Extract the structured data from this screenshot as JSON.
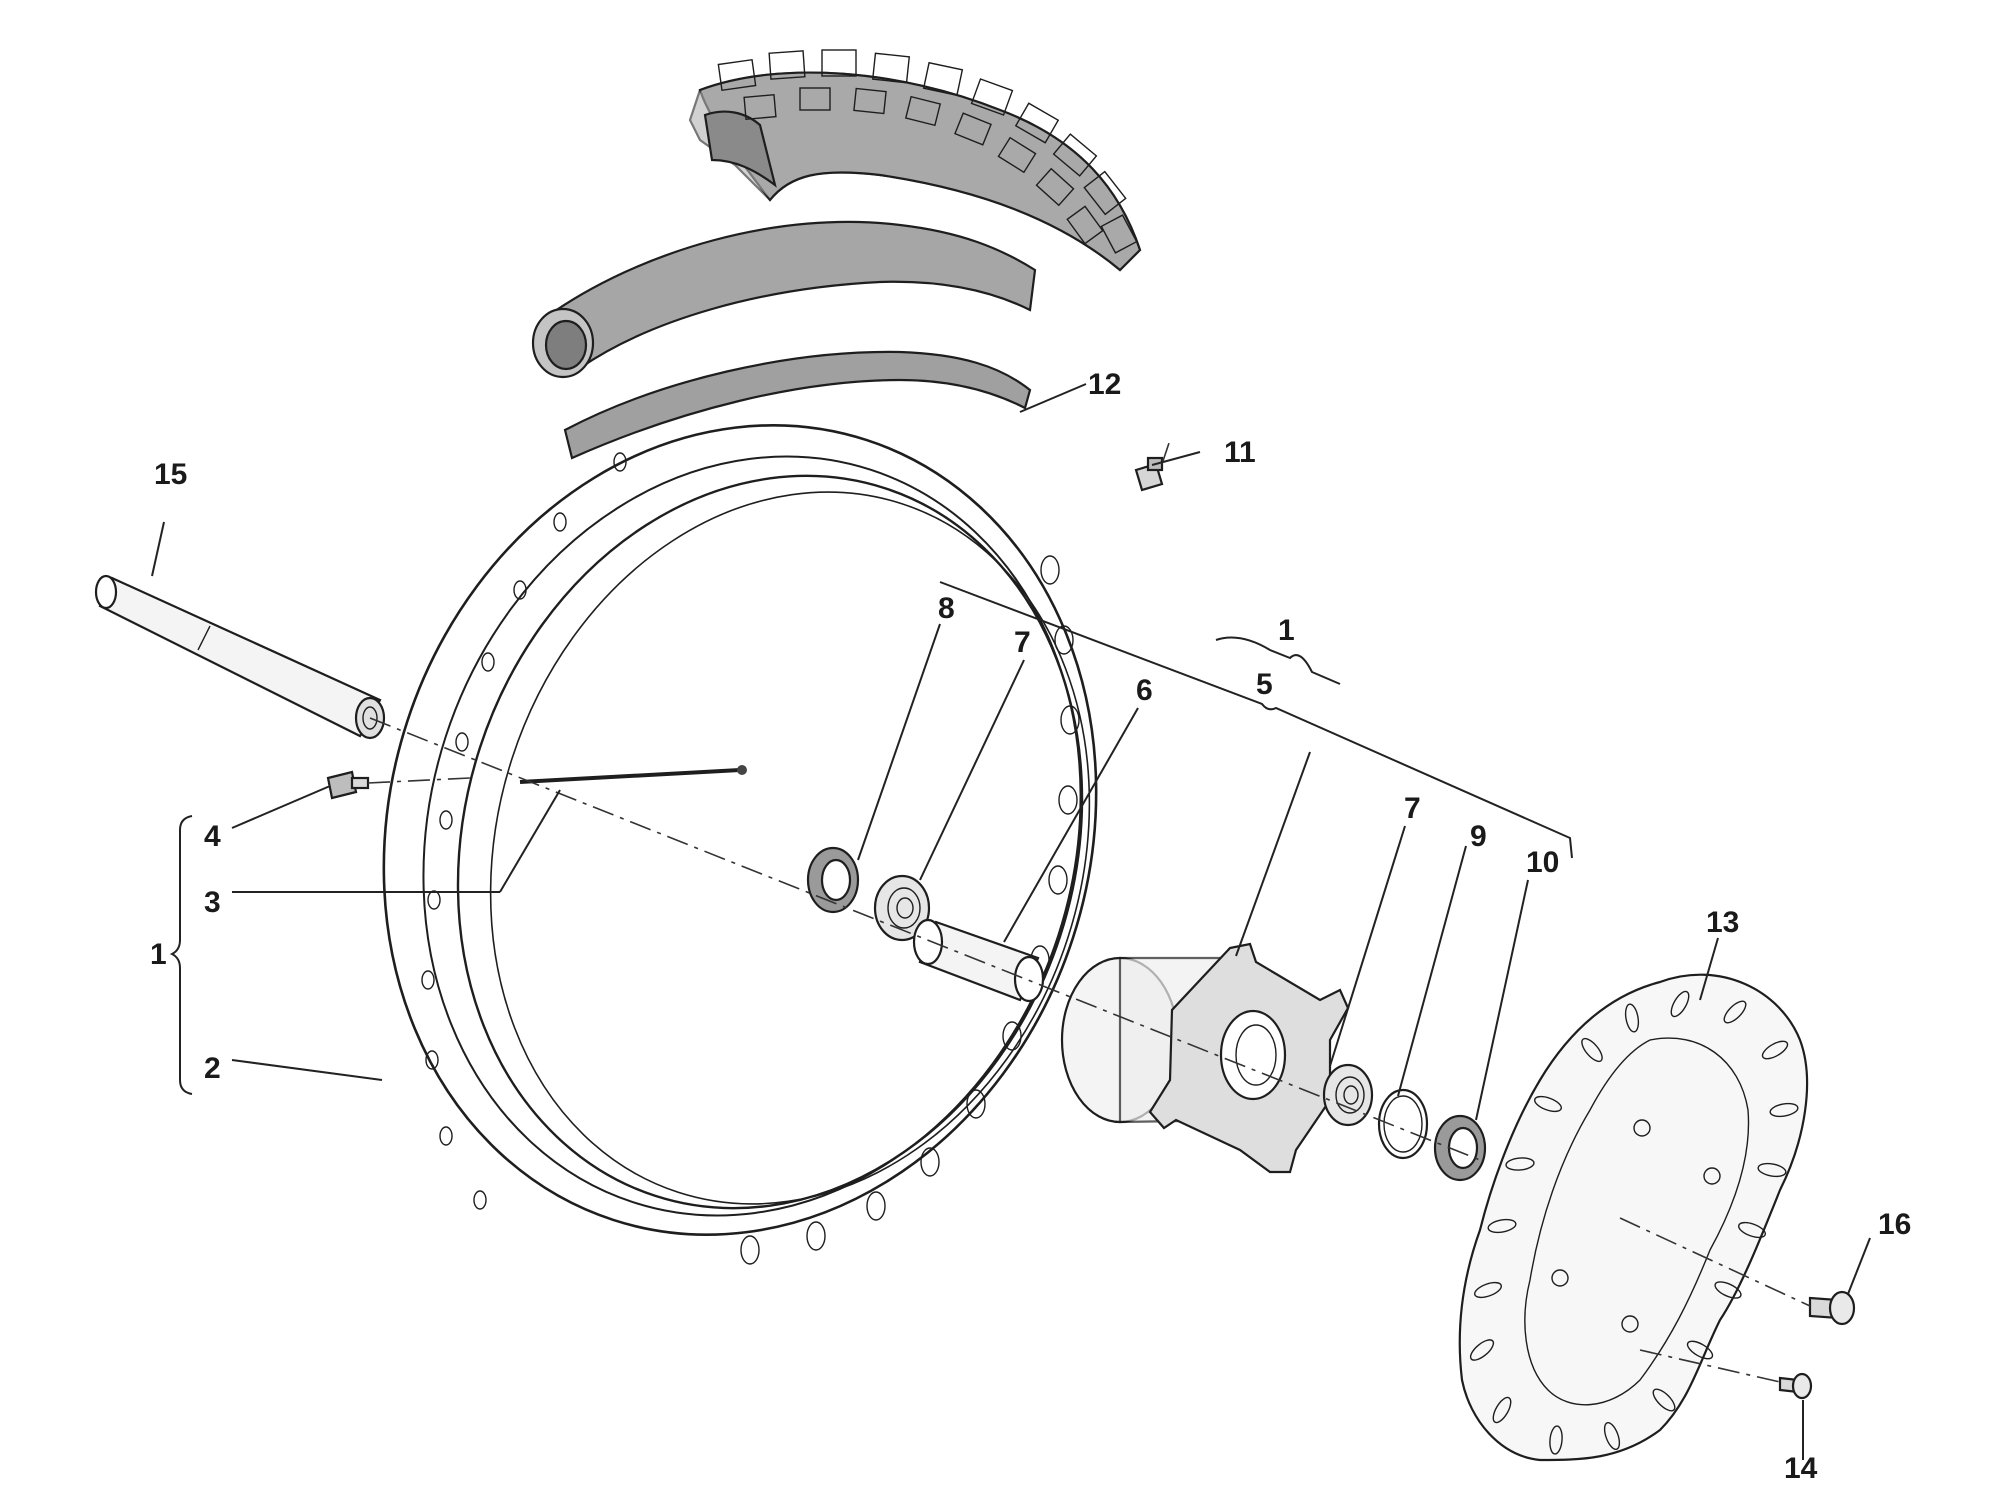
{
  "callouts": {
    "c1_axle": "15",
    "c2_rim": "2",
    "c3_spoke": "3",
    "c4_nipple": "4",
    "c5_bracket_left": "1",
    "c6_hub": "5",
    "c7_spacer": "6",
    "c8_bearing_left": "7",
    "c9_seal_left": "8",
    "c10_bracket_top": "1",
    "c11_bearing_right": "7",
    "c12_circlip": "9",
    "c13_seal_right": "10",
    "c14_rimtape": "12",
    "c15_valve": "11",
    "c16_disc": "13",
    "c17_disc_bolt": "14",
    "c18_bolt": "16"
  },
  "colors": {
    "line": "#222222",
    "part_fill_grey": "#b8b8b8",
    "part_fill_light": "#f2f2f2",
    "background": "#ffffff"
  }
}
